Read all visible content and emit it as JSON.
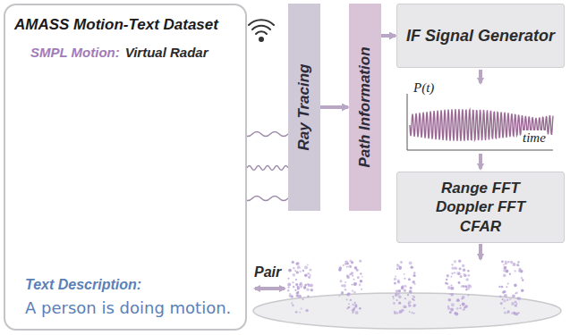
{
  "diagram": {
    "nodes": [
      {
        "text": [
          "AMASS Motion-Text Dataset",
          "SMPL Motion:",
          "Virtual Radar",
          "Text Description:",
          "A person is doing motion."
        ]
      },
      {
        "text": [
          "Ray Tracing"
        ]
      },
      {
        "text": [
          "Path Information"
        ]
      },
      {
        "text": [
          "IF Signal Generator"
        ]
      },
      {
        "text": [
          "Range FFT",
          "Doppler FFT",
          "CFAR"
        ]
      }
    ],
    "edges": [
      {
        "from": 0,
        "to": 1,
        "arrow": "none"
      },
      {
        "from": 1,
        "to": 2,
        "arrow": "to"
      },
      {
        "from": 2,
        "to": 3,
        "arrow": "to"
      }
    ],
    "labels": [
      "P(t)",
      "time",
      "Pair"
    ]
  }
}
